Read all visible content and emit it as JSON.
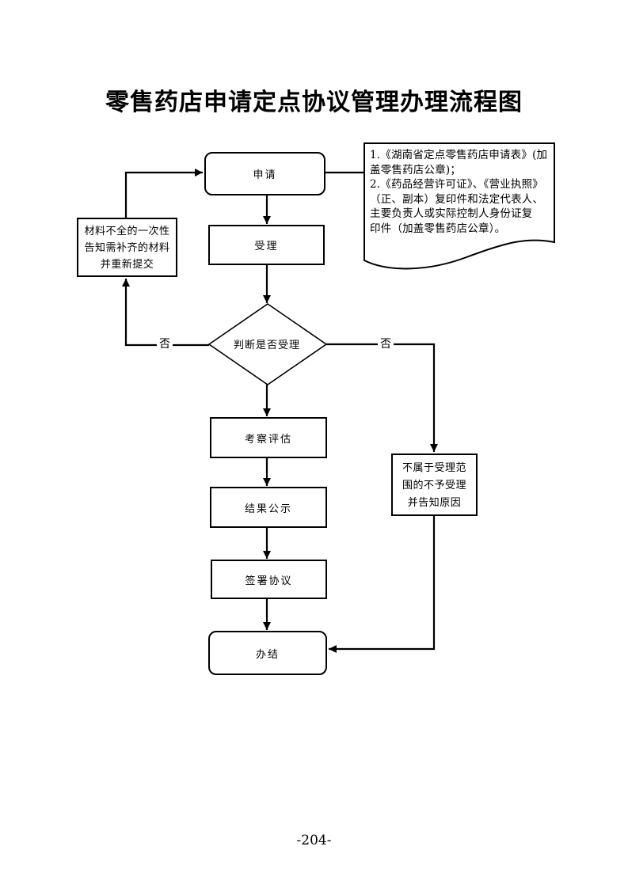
{
  "page": {
    "title": "零售药店申请定点协议管理办理流程图",
    "page_number": "-204-"
  },
  "colors": {
    "line": "#000000",
    "background": "#ffffff"
  },
  "flowchart": {
    "nodes": {
      "apply": {
        "label": "申请"
      },
      "accept": {
        "label": "受理"
      },
      "decision": {
        "label": "判断是否受理"
      },
      "evaluation": {
        "label": "考察评估"
      },
      "publicity": {
        "label": "结果公示"
      },
      "sign_agreement": {
        "label": "签署协议"
      },
      "finish": {
        "label": "办结"
      },
      "incomplete_notice": {
        "lines": [
          "材料不全的一次性",
          "告知需补齐的材料",
          "并重新提交"
        ]
      },
      "not_accepted": {
        "lines": [
          "不属于受理范",
          "围的不予受理",
          "并告知原因"
        ]
      },
      "materials_note": {
        "lines": [
          "1.《湖南省定点零售药店申请表》(加",
          "盖零售药店公章)；",
          "2.《药品经营许可证》、《营业执照》",
          "（正、副本）复印件和法定代表人、",
          "主要负责人或实际控制人身份证复",
          "印件（加盖零售药店公章）。"
        ]
      }
    },
    "edge_labels": {
      "decision_no_left": "否",
      "decision_no_right": "否"
    }
  }
}
